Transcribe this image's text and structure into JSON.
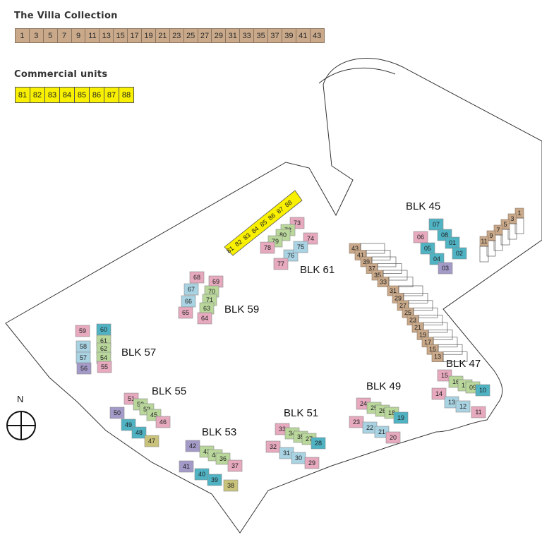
{
  "villa": {
    "title": "The Villa Collection",
    "units": [
      "1",
      "3",
      "5",
      "7",
      "9",
      "11",
      "13",
      "15",
      "17",
      "19",
      "21",
      "23",
      "25",
      "27",
      "29",
      "31",
      "33",
      "35",
      "37",
      "39",
      "41",
      "43"
    ]
  },
  "commercial": {
    "title": "Commercial units",
    "units": [
      "81",
      "82",
      "83",
      "84",
      "85",
      "86",
      "87",
      "88"
    ]
  },
  "compass": {
    "label": "N"
  },
  "colors": {
    "villa": "#c9a98a",
    "commercial": "#f8f000",
    "pink": "#e6a9bd",
    "blue": "#a9d3e3",
    "teal": "#4fb3c4",
    "green": "#b9d79b",
    "purple": "#a49ac7",
    "olive": "#c8c27a"
  },
  "blocks": [
    {
      "name": "BLK 45",
      "units": [
        "07",
        "08",
        "06",
        "05",
        "01",
        "04",
        "02",
        "03"
      ]
    },
    {
      "name": "BLK 47",
      "units": [
        "15",
        "16",
        "17",
        "09",
        "10",
        "14",
        "13",
        "12",
        "11"
      ]
    },
    {
      "name": "BLK 49",
      "units": [
        "24",
        "25",
        "26",
        "18",
        "19",
        "23",
        "22",
        "21",
        "20"
      ]
    },
    {
      "name": "BLK 51",
      "units": [
        "33",
        "34",
        "35",
        "27",
        "28",
        "32",
        "31",
        "30",
        "29"
      ]
    },
    {
      "name": "BLK 53",
      "units": [
        "42",
        "43",
        "44",
        "36",
        "37",
        "41",
        "40",
        "39",
        "38"
      ]
    },
    {
      "name": "BLK 55",
      "units": [
        "51",
        "52",
        "53",
        "45",
        "46",
        "50",
        "49",
        "48",
        "47"
      ]
    },
    {
      "name": "BLK 57",
      "units": [
        "59",
        "60",
        "61",
        "62",
        "58",
        "57",
        "54",
        "56",
        "55"
      ]
    },
    {
      "name": "BLK 59",
      "units": [
        "68",
        "69",
        "67",
        "70",
        "66",
        "71",
        "63",
        "65",
        "64"
      ]
    },
    {
      "name": "BLK 61",
      "units": [
        "73",
        "72",
        "80",
        "79",
        "74",
        "78",
        "76",
        "75",
        "77"
      ]
    }
  ],
  "map_villas_east": [
    "1",
    "3",
    "5",
    "7",
    "9",
    "11"
  ],
  "map_villas_north": [
    "43",
    "41",
    "39",
    "37",
    "35",
    "33"
  ],
  "map_villas_south": [
    "31",
    "29",
    "27",
    "25",
    "23",
    "21",
    "19",
    "17",
    "15",
    "13"
  ],
  "map_commercial": [
    "81",
    "82",
    "83",
    "84",
    "85",
    "86",
    "87",
    "88"
  ]
}
